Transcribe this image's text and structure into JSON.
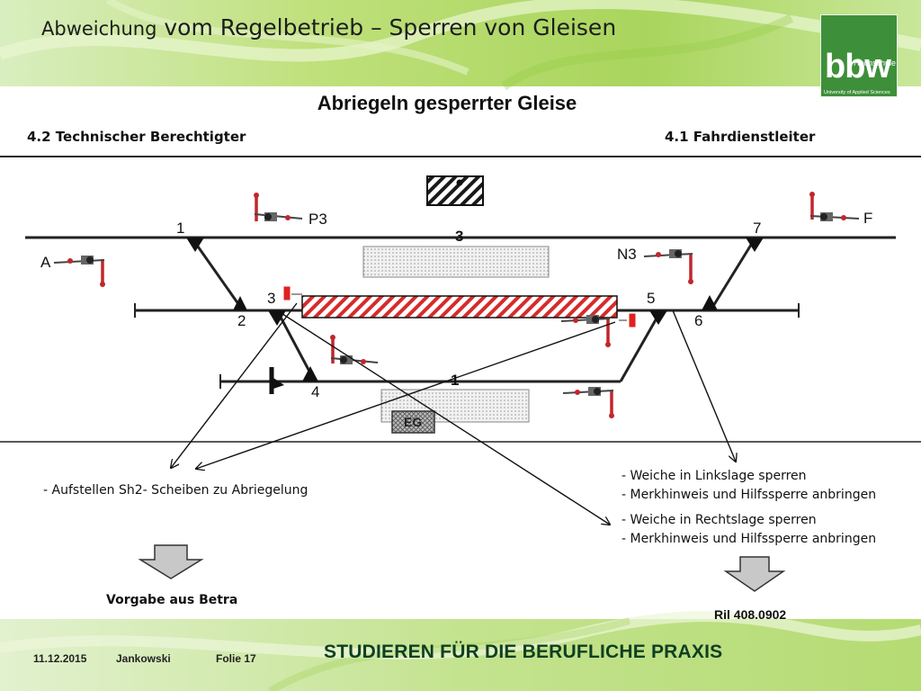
{
  "header": {
    "title_part1": "Abweichung",
    "title_part2": "vom Regelbetrieb – Sperren von Gleisen"
  },
  "logo": {
    "main": "bbw",
    "hochschule": "Hochschule",
    "sub": "University of Applied Sciences"
  },
  "slide": {
    "subtitle": "Abriegeln gesperrter Gleise",
    "left_header": "4.2 Technischer Berechtigter",
    "right_header": "4.1 Fahrdienstleiter"
  },
  "diagram": {
    "track_labels": [
      "1",
      "3"
    ],
    "switch_labels": [
      "1",
      "2",
      "3",
      "4",
      "5",
      "6",
      "7"
    ],
    "signal_labels": [
      "A",
      "P3",
      "N3",
      "F"
    ],
    "box_label": "EG"
  },
  "notes": {
    "left_item": "Aufstellen Sh2- Scheiben zu Abriegelung",
    "right_items_1": [
      "Weiche in Linkslage sperren",
      "Merkhinweis und Hilfssperre anbringen"
    ],
    "right_items_2": [
      "Weiche in Rechtslage sperren",
      "Merkhinweis und Hilfssperre anbringen"
    ],
    "left_source": "Vorgabe aus Betra",
    "right_source": "Ril 408.0902"
  },
  "footer": {
    "date": "11.12.2015",
    "author": "Jankowski",
    "slide": "Folie 17",
    "slogan": "STUDIEREN FÜR DIE BERUFLICHE PRAXIS"
  },
  "colors": {
    "brand_green": "#3e8f3a",
    "slogan_green": "#0f3f22",
    "signal_red": "#c0272d",
    "hatch_red": "#d62b2b"
  }
}
